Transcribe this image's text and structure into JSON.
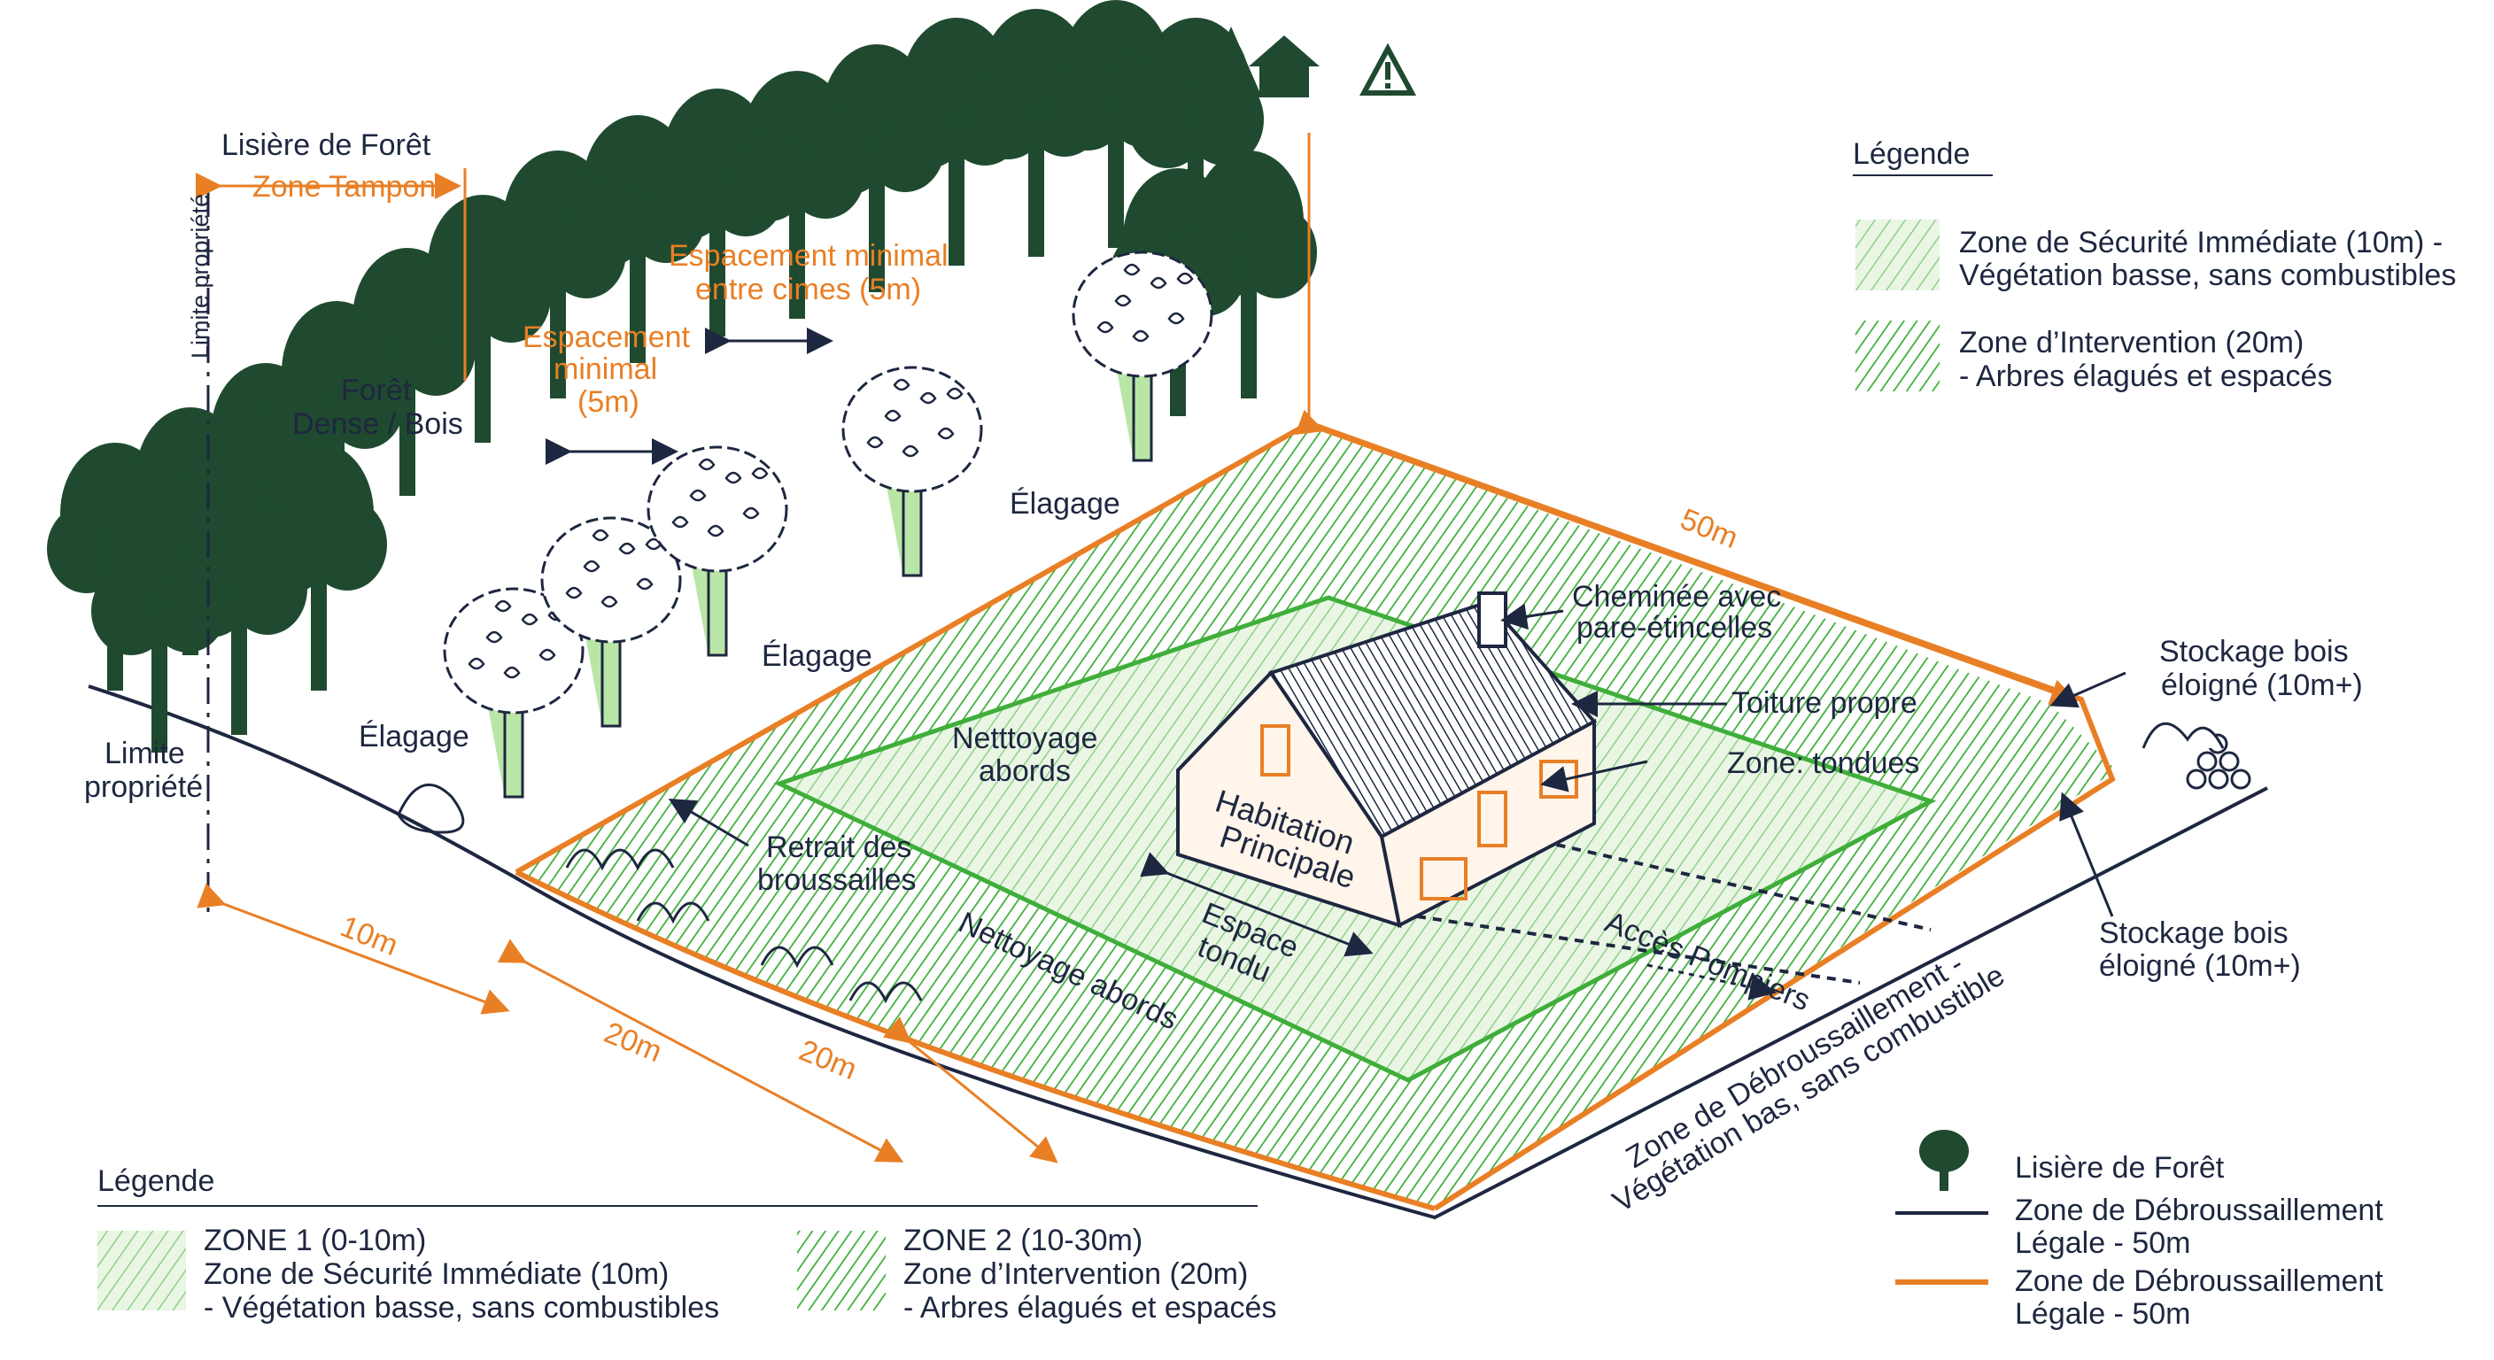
{
  "icons": [
    "forest-icon",
    "tree-icon",
    "house-icon",
    "warning-icon"
  ],
  "colors": {
    "forest": "#1f4a30",
    "orange": "#e97f25",
    "green": "#3fae3a",
    "navy": "#1e2740",
    "hatch_light": "#8fd08a",
    "hatch_dark": "#3fae3a"
  },
  "labels": {
    "lisiere": "Lisière de Forêt",
    "zone_tampon": "Zone Tampon",
    "limite_vertical": "Limite propriété",
    "foret_1": "Forêt",
    "foret_2": "Dense / Bois",
    "espacement_minimal_1": "Espacement",
    "espacement_minimal_2": "minimal",
    "espacement_minimal_3": "(5m)",
    "espacement_cimes_1": "Espacement minimal",
    "espacement_cimes_2": "entre cimes (5m)",
    "elagage_1": "Élagage",
    "elagage_2": "Élagage",
    "elagage_3": "Élagage",
    "limite_1": "Limite",
    "limite_2": "propriété",
    "retrait_1": "Retrait des",
    "retrait_2": "broussailles",
    "nettoyage_abords_1": "Netttoyage",
    "nettoyage_abords_2": "abords",
    "nettoyage_abords_bottom": "Nettoyage abords",
    "habitation_1": "Habitation",
    "habitation_2": "Principale",
    "espace_tondu_1": "Espace",
    "espace_tondu_2": "tondu",
    "acces_pompiers": "Accès Pompiers",
    "cheminee_1": "Cheminée avec",
    "cheminee_2": "pare-étincelles",
    "toiture": "Toiture propre",
    "zone_tondues": "Zone: tondues",
    "stockage_top_1": "Stockage bois",
    "stockage_top_2": "éloigné (10m+)",
    "stockage_bottom_1": "Stockage bois",
    "stockage_bottom_2": "éloigné (10m+)",
    "debroussaillement_1": "Zone de Débroussaillement -",
    "debroussaillement_2": "Végétation bas, sans combustible",
    "dim_50m": "50m",
    "dim_10m": "10m",
    "dim_20m_a": "20m",
    "dim_20m_b": "20m"
  },
  "legend_top": {
    "title": "Légende",
    "zone1_line1": "Zone de Sécurité Immédiate (10m) -",
    "zone1_line2": "Végétation basse, sans combustibles",
    "zone2_line1": "Zone d’Intervention (20m)",
    "zone2_line2": "- Arbres élagués et espacés"
  },
  "legend_bottom": {
    "title": "Légende",
    "zone1_line1": "ZONE 1 (0-10m)",
    "zone1_line2": "Zone de Sécurité Immédiate (10m)",
    "zone1_line3": "- Végétation basse, sans combustibles",
    "zone2_line1": "ZONE 2 (10-30m)",
    "zone2_line2": "Zone d’Intervention (20m)",
    "zone2_line3": "- Arbres élagués et espacés"
  },
  "legend_right": {
    "lisiere": "Lisière de Forêt",
    "navy_line1": "Zone de Débroussaillement",
    "navy_line2": "Légale - 50m",
    "orange_line1": "Zone de Débroussaillement",
    "orange_line2": "Légale - 50m"
  }
}
